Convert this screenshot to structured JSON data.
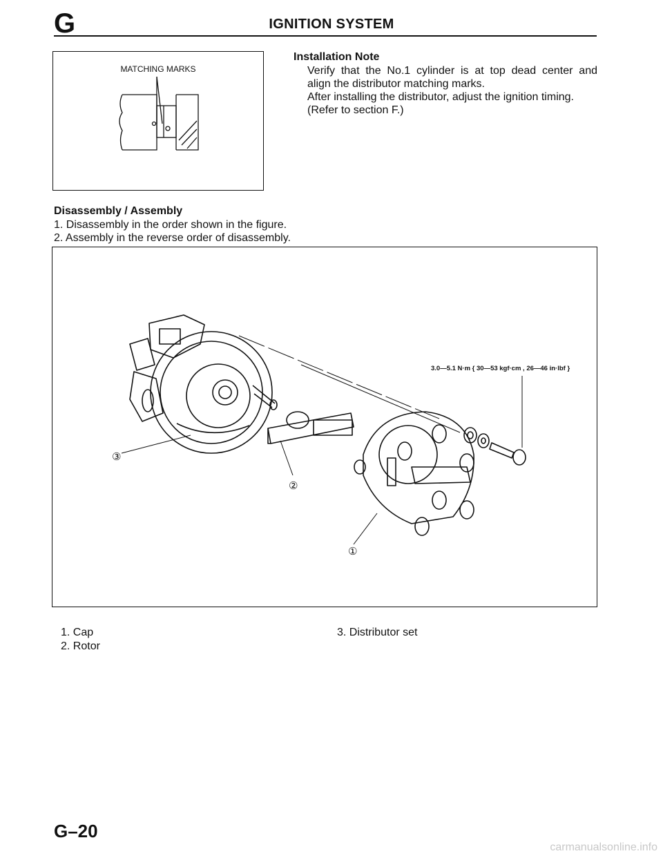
{
  "header": {
    "section_letter": "G",
    "title": "IGNITION SYSTEM"
  },
  "figure_matching": {
    "label": "MATCHING MARKS"
  },
  "installation_note": {
    "title": "Installation Note",
    "lines": [
      "Verify that the No.1 cylinder is at top dead center and",
      "align the distributor matching marks.",
      "After installing the distributor, adjust the ignition timing.",
      "(Refer to section F.)"
    ]
  },
  "disassembly": {
    "title": "Disassembly / Assembly",
    "steps": [
      "1. Disassembly in the order shown in the figure.",
      "2. Assembly in the reverse order of disassembly."
    ]
  },
  "figure_main": {
    "torque_spec": "3.0—5.1 N·m { 30—53 kgf·cm , 26—46 in·lbf }",
    "callouts": [
      "①",
      "②",
      "③"
    ]
  },
  "parts_legend": {
    "left": [
      "1. Cap",
      "2. Rotor"
    ],
    "right": [
      "3. Distributor set"
    ]
  },
  "footer": {
    "page_number": "G–20",
    "watermark": "carmanualsonline.info"
  }
}
